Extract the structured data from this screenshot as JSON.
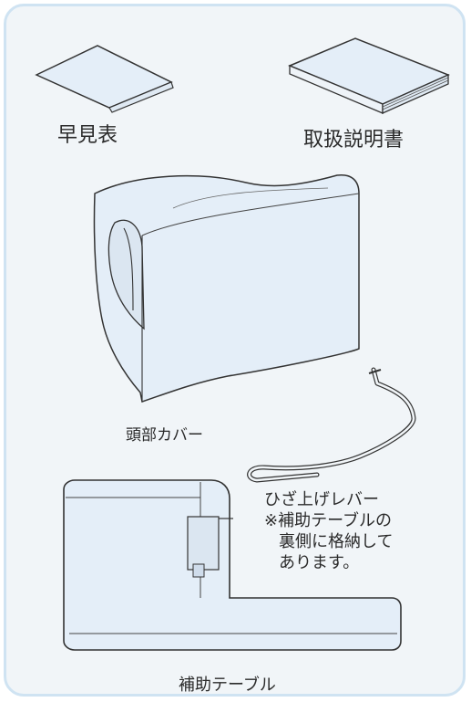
{
  "items": {
    "quick_reference": {
      "label": "早見表"
    },
    "instruction_manual": {
      "label": "取扱説明書"
    },
    "head_cover": {
      "label": "頭部カバー"
    },
    "knee_lifter": {
      "label": "ひざ上げレバー",
      "note_lines": [
        "※補助テーブルの",
        "裏側に格納して",
        "あります。"
      ]
    },
    "extension_table": {
      "label": "補助テーブル"
    }
  },
  "colors": {
    "item_fill": "#e4eef8",
    "outline": "#333333",
    "frame_border": "#cfe3f2",
    "background": "#f1f5f8"
  }
}
